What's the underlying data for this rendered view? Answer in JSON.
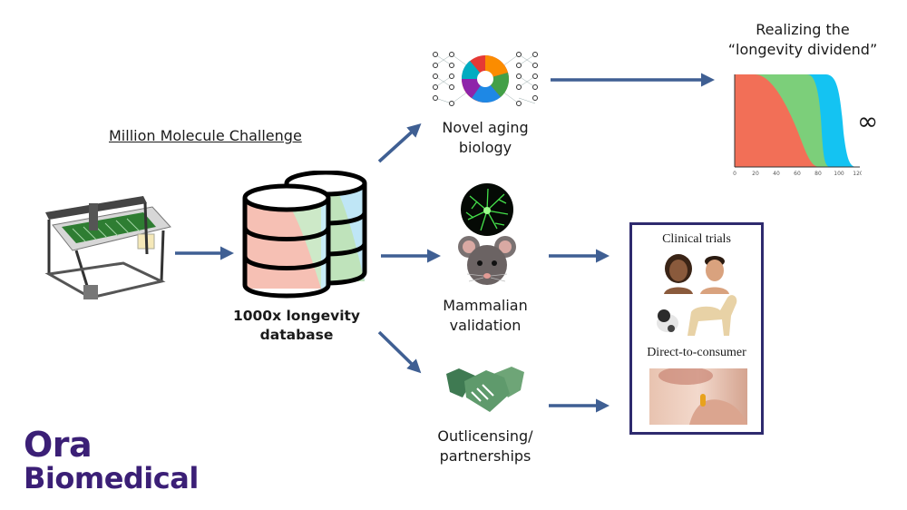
{
  "challenge": {
    "label": "Million Molecule Challenge"
  },
  "database": {
    "line1": "1000x longevity",
    "line2": "database"
  },
  "outputs": {
    "novel": {
      "line1": "Novel aging",
      "line2": "biology"
    },
    "mammalian": {
      "line1": "Mammalian",
      "line2": "validation"
    },
    "outlicensing": {
      "line1": "Outlicensing/",
      "line2": "partnerships"
    }
  },
  "dividend": {
    "line1": "Realizing the",
    "line2": "“longevity dividend”",
    "infinity": "∞"
  },
  "survival_chart": {
    "ticks": [
      "0",
      "20",
      "40",
      "60",
      "80",
      "100",
      "120"
    ]
  },
  "applications": {
    "clinical_trials": "Clinical trials",
    "direct_to_consumer": "Direct-to-consumer"
  },
  "logo": {
    "line1": "Ora",
    "line2": "Biomedical"
  },
  "colors": {
    "arrow": "#3f5f93",
    "curve_red": "#f26f57",
    "curve_green": "#7ccf7a",
    "curve_blue": "#14c3f2",
    "logo": "#3b1f76",
    "box_border": "#2e2a6e"
  }
}
